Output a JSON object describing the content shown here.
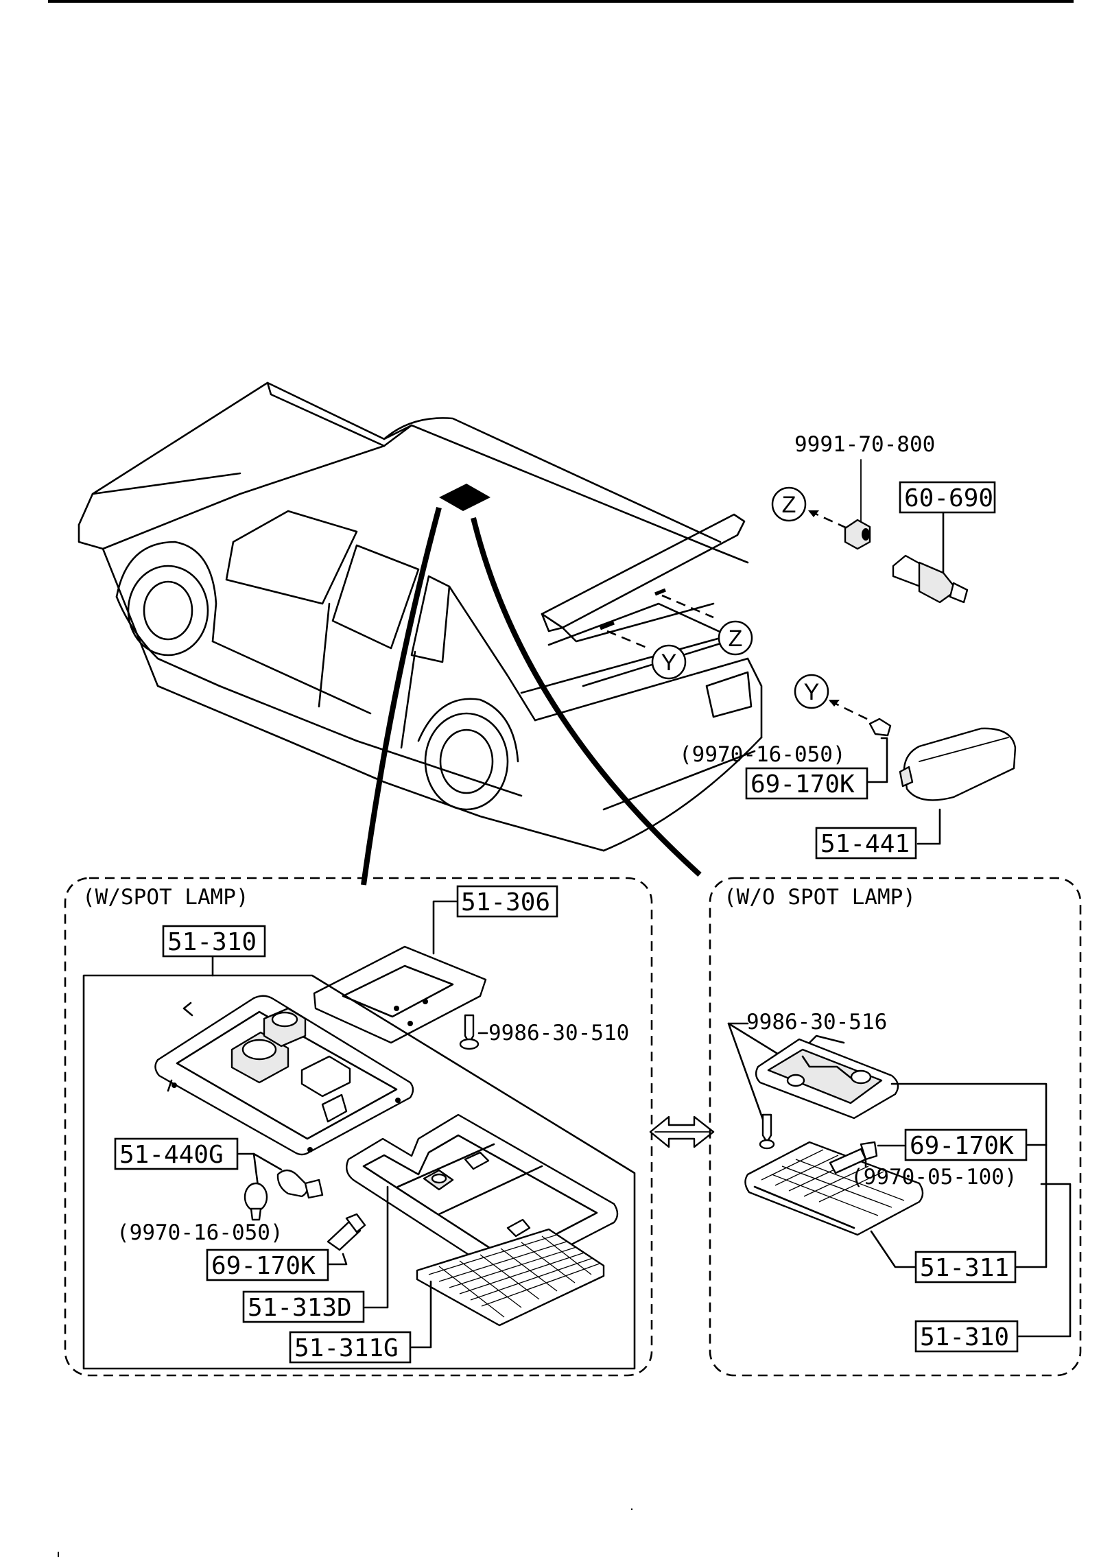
{
  "sections": {
    "with_spot_lamp": "(W/SPOT LAMP)",
    "without_spot_lamp": "(W/O SPOT LAMP)"
  },
  "callouts": {
    "y": "Y",
    "z": "Z"
  },
  "parts": {
    "nut_9991": "9991-70-800",
    "switch_60_690": "60-690",
    "bulb_ref_trunk": "(9970-16-050)",
    "bulb_69_170k_trunk": "69-170K",
    "trunk_lamp_51_441": "51-441",
    "gasket_51_306": "51-306",
    "map_lamp_assy_51_310_left": "51-310",
    "screw_9986_30_510": "9986-30-510",
    "bulb_holder_51_440g": "51-440G",
    "bulb_ref_left": "(9970-16-050)",
    "bulb_69_170k_left": "69-170K",
    "bezel_51_313d": "51-313D",
    "lens_51_311g": "51-311G",
    "screw_9986_30_516": "9986-30-516",
    "bulb_69_170k_right": "69-170K",
    "bulb_ref_right": "(9970-05-100)",
    "lens_51_311": "51-311",
    "room_lamp_assy_51_310_right": "51-310"
  }
}
